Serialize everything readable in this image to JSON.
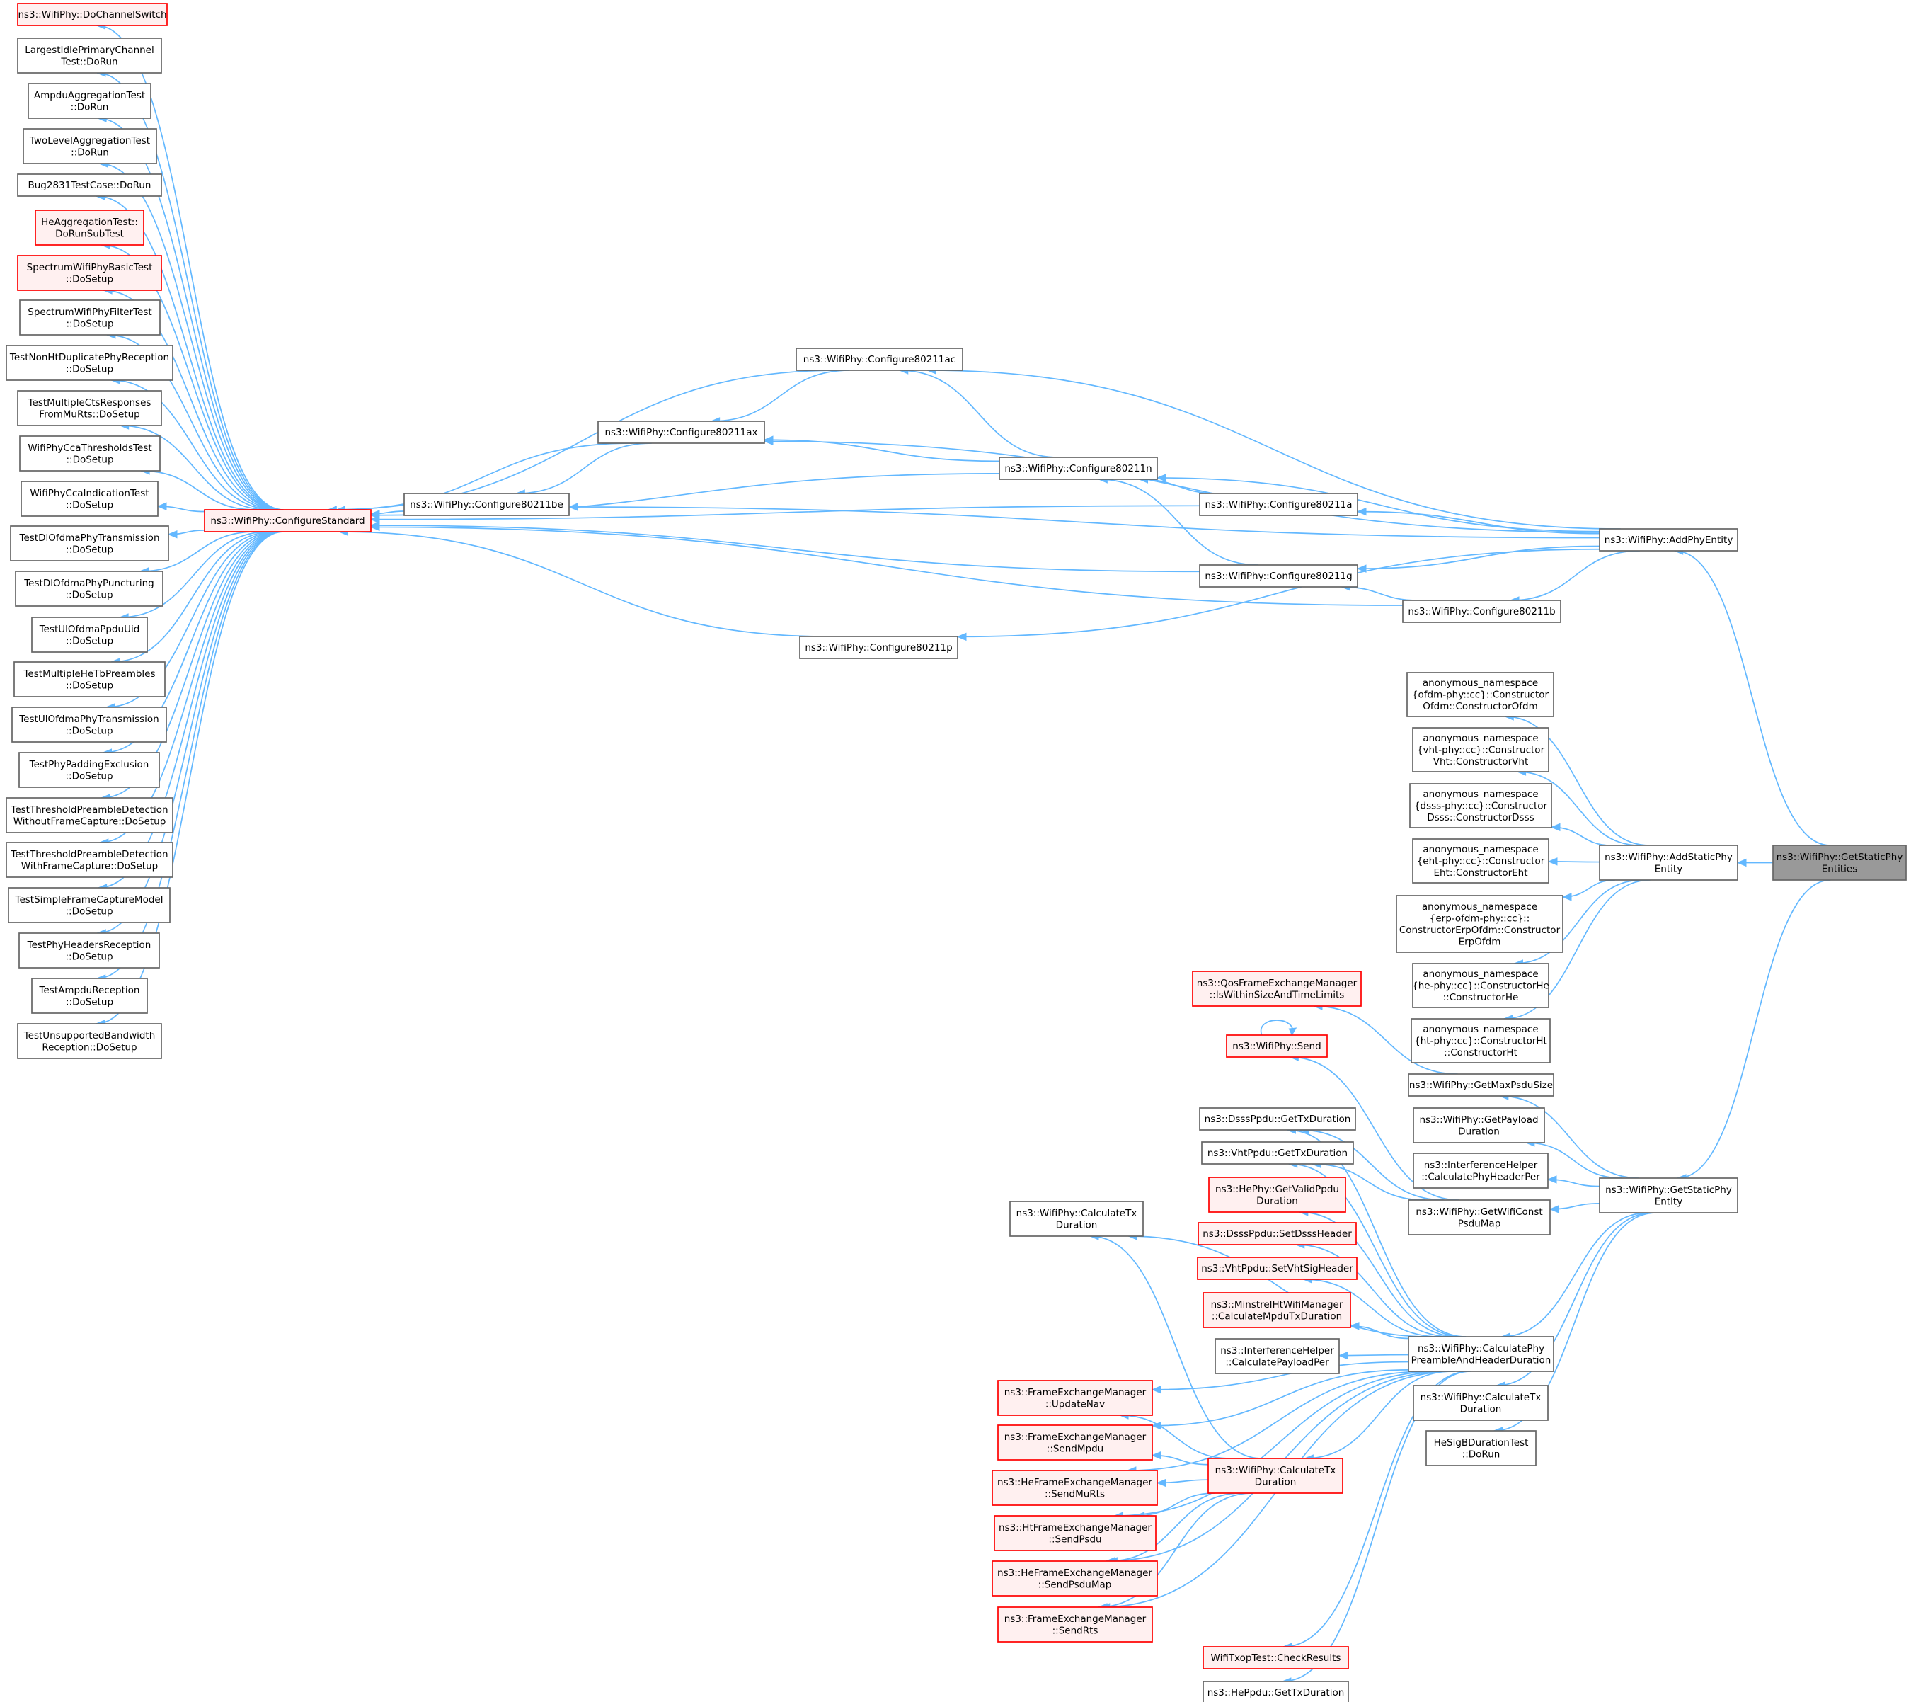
{
  "graph": {
    "title": "",
    "colors": {
      "edge": "#63b8ff",
      "default_border": "#666666",
      "default_fill": "#ffffff",
      "truncated_border": "#ff0000",
      "truncated_fill": "#fff0f0",
      "focus_fill": "#999999",
      "focus_border": "#666666"
    },
    "nodes": [
      {
        "id": "dochannelswitch",
        "lines": [
          "ns3::WifiPhy::DoChannelSwitch"
        ],
        "style": "red"
      },
      {
        "id": "largestidle",
        "lines": [
          "LargestIdlePrimaryChannel",
          "Test::DoRun"
        ],
        "style": "normal"
      },
      {
        "id": "ampduagg",
        "lines": [
          "AmpduAggregationTest",
          "::DoRun"
        ],
        "style": "normal"
      },
      {
        "id": "twolevel",
        "lines": [
          "TwoLevelAggregationTest",
          "::DoRun"
        ],
        "style": "normal"
      },
      {
        "id": "bug2831",
        "lines": [
          "Bug2831TestCase::DoRun"
        ],
        "style": "normal"
      },
      {
        "id": "heagg",
        "lines": [
          "HeAggregationTest::",
          "DoRunSubTest"
        ],
        "style": "red"
      },
      {
        "id": "specbasic",
        "lines": [
          "SpectrumWifiPhyBasicTest",
          "::DoSetup"
        ],
        "style": "red"
      },
      {
        "id": "specfilter",
        "lines": [
          "SpectrumWifiPhyFilterTest",
          "::DoSetup"
        ],
        "style": "normal"
      },
      {
        "id": "nonht",
        "lines": [
          "TestNonHtDuplicatePhyReception",
          "::DoSetup"
        ],
        "style": "normal"
      },
      {
        "id": "multicts",
        "lines": [
          "TestMultipleCtsResponses",
          "FromMuRts::DoSetup"
        ],
        "style": "normal"
      },
      {
        "id": "ccathr",
        "lines": [
          "WifiPhyCcaThresholdsTest",
          "::DoSetup"
        ],
        "style": "normal"
      },
      {
        "id": "ccaind",
        "lines": [
          "WifiPhyCcaIndicationTest",
          "::DoSetup"
        ],
        "style": "normal"
      },
      {
        "id": "dltx",
        "lines": [
          "TestDlOfdmaPhyTransmission",
          "::DoSetup"
        ],
        "style": "normal"
      },
      {
        "id": "dlpunct",
        "lines": [
          "TestDlOfdmaPhyPuncturing",
          "::DoSetup"
        ],
        "style": "normal"
      },
      {
        "id": "ulppduuid",
        "lines": [
          "TestUlOfdmaPpduUid",
          "::DoSetup"
        ],
        "style": "normal"
      },
      {
        "id": "multihetb",
        "lines": [
          "TestMultipleHeTbPreambles",
          "::DoSetup"
        ],
        "style": "normal"
      },
      {
        "id": "ultx",
        "lines": [
          "TestUlOfdmaPhyTransmission",
          "::DoSetup"
        ],
        "style": "normal"
      },
      {
        "id": "padding",
        "lines": [
          "TestPhyPaddingExclusion",
          "::DoSetup"
        ],
        "style": "normal"
      },
      {
        "id": "thrwithout",
        "lines": [
          "TestThresholdPreambleDetection",
          "WithoutFrameCapture::DoSetup"
        ],
        "style": "normal"
      },
      {
        "id": "thrwith",
        "lines": [
          "TestThresholdPreambleDetection",
          "WithFrameCapture::DoSetup"
        ],
        "style": "normal"
      },
      {
        "id": "simplefc",
        "lines": [
          "TestSimpleFrameCaptureModel",
          "::DoSetup"
        ],
        "style": "normal"
      },
      {
        "id": "phyheaders",
        "lines": [
          "TestPhyHeadersReception",
          "::DoSetup"
        ],
        "style": "normal"
      },
      {
        "id": "ampdurx",
        "lines": [
          "TestAmpduReception",
          "::DoSetup"
        ],
        "style": "normal"
      },
      {
        "id": "unsupbw",
        "lines": [
          "TestUnsupportedBandwidth",
          "Reception::DoSetup"
        ],
        "style": "normal"
      },
      {
        "id": "configstd",
        "lines": [
          "ns3::WifiPhy::ConfigureStandard"
        ],
        "style": "red"
      },
      {
        "id": "cfg_ac",
        "lines": [
          "ns3::WifiPhy::Configure80211ac"
        ],
        "style": "normal"
      },
      {
        "id": "cfg_ax",
        "lines": [
          "ns3::WifiPhy::Configure80211ax"
        ],
        "style": "normal"
      },
      {
        "id": "cfg_be",
        "lines": [
          "ns3::WifiPhy::Configure80211be"
        ],
        "style": "normal"
      },
      {
        "id": "cfg_n",
        "lines": [
          "ns3::WifiPhy::Configure80211n"
        ],
        "style": "normal"
      },
      {
        "id": "cfg_a",
        "lines": [
          "ns3::WifiPhy::Configure80211a"
        ],
        "style": "normal"
      },
      {
        "id": "cfg_g",
        "lines": [
          "ns3::WifiPhy::Configure80211g"
        ],
        "style": "normal"
      },
      {
        "id": "cfg_b",
        "lines": [
          "ns3::WifiPhy::Configure80211b"
        ],
        "style": "normal"
      },
      {
        "id": "cfg_p",
        "lines": [
          "ns3::WifiPhy::Configure80211p"
        ],
        "style": "normal"
      },
      {
        "id": "addphy",
        "lines": [
          "ns3::WifiPhy::AddPhyEntity"
        ],
        "style": "normal"
      },
      {
        "id": "ctor_ofdm",
        "lines": [
          "anonymous_namespace",
          "{ofdm-phy::cc}::Constructor",
          "Ofdm::ConstructorOfdm"
        ],
        "style": "normal"
      },
      {
        "id": "ctor_vht",
        "lines": [
          "anonymous_namespace",
          "{vht-phy::cc}::Constructor",
          "Vht::ConstructorVht"
        ],
        "style": "normal"
      },
      {
        "id": "ctor_dsss",
        "lines": [
          "anonymous_namespace",
          "{dsss-phy::cc}::Constructor",
          "Dsss::ConstructorDsss"
        ],
        "style": "normal"
      },
      {
        "id": "ctor_eht",
        "lines": [
          "anonymous_namespace",
          "{eht-phy::cc}::Constructor",
          "Eht::ConstructorEht"
        ],
        "style": "normal"
      },
      {
        "id": "ctor_erp",
        "lines": [
          "anonymous_namespace",
          "{erp-ofdm-phy::cc}::",
          "ConstructorErpOfdm::Constructor",
          "ErpOfdm"
        ],
        "style": "normal"
      },
      {
        "id": "ctor_he",
        "lines": [
          "anonymous_namespace",
          "{he-phy::cc}::ConstructorHe",
          "::ConstructorHe"
        ],
        "style": "normal"
      },
      {
        "id": "ctor_ht",
        "lines": [
          "anonymous_namespace",
          "{ht-phy::cc}::ConstructorHt",
          "::ConstructorHt"
        ],
        "style": "normal"
      },
      {
        "id": "addstatic",
        "lines": [
          "ns3::WifiPhy::AddStaticPhy",
          "Entity"
        ],
        "style": "normal"
      },
      {
        "id": "getstaticents",
        "lines": [
          "ns3::WifiPhy::GetStaticPhy",
          "Entities"
        ],
        "style": "focus"
      },
      {
        "id": "qoswithin",
        "lines": [
          "ns3::QosFrameExchangeManager",
          "::IsWithinSizeAndTimeLimits"
        ],
        "style": "red"
      },
      {
        "id": "send",
        "lines": [
          "ns3::WifiPhy::Send"
        ],
        "style": "red"
      },
      {
        "id": "getmaxpsdu",
        "lines": [
          "ns3::WifiPhy::GetMaxPsduSize"
        ],
        "style": "normal"
      },
      {
        "id": "dsssgettx",
        "lines": [
          "ns3::DsssPpdu::GetTxDuration"
        ],
        "style": "normal"
      },
      {
        "id": "vhtgettx",
        "lines": [
          "ns3::VhtPpdu::GetTxDuration"
        ],
        "style": "normal"
      },
      {
        "id": "hegetvalid",
        "lines": [
          "ns3::HePhy::GetValidPpdu",
          "Duration"
        ],
        "style": "red"
      },
      {
        "id": "dssssetsig",
        "lines": [
          "ns3::DsssPpdu::SetDsssHeader"
        ],
        "style": "red"
      },
      {
        "id": "vhtsetsig",
        "lines": [
          "ns3::VhtPpdu::SetVhtSigHeader"
        ],
        "style": "red"
      },
      {
        "id": "minstrel",
        "lines": [
          "ns3::MinstrelHtWifiManager",
          "::CalculateMpduTxDuration"
        ],
        "style": "red"
      },
      {
        "id": "interfpayload",
        "lines": [
          "ns3::InterferenceHelper",
          "::CalculatePayloadPer"
        ],
        "style": "normal"
      },
      {
        "id": "calctx_static",
        "lines": [
          "ns3::WifiPhy::CalculateTx",
          "Duration"
        ],
        "style": "normal"
      },
      {
        "id": "getpayload",
        "lines": [
          "ns3::WifiPhy::GetPayload",
          "Duration"
        ],
        "style": "normal"
      },
      {
        "id": "interfhdr",
        "lines": [
          "ns3::InterferenceHelper",
          "::CalculatePhyHeaderPer"
        ],
        "style": "normal"
      },
      {
        "id": "getwificonst",
        "lines": [
          "ns3::WifiPhy::GetWifiConst",
          "PsduMap"
        ],
        "style": "normal"
      },
      {
        "id": "getstaticent",
        "lines": [
          "ns3::WifiPhy::GetStaticPhy",
          "Entity"
        ],
        "style": "normal"
      },
      {
        "id": "calcpreamble",
        "lines": [
          "ns3::WifiPhy::CalculatePhy",
          "PreambleAndHeaderDuration"
        ],
        "style": "normal"
      },
      {
        "id": "calctx_right",
        "lines": [
          "ns3::WifiPhy::CalculateTx",
          "Duration"
        ],
        "style": "normal"
      },
      {
        "id": "hesigb",
        "lines": [
          "HeSigBDurationTest",
          "::DoRun"
        ],
        "style": "normal"
      },
      {
        "id": "updatenav",
        "lines": [
          "ns3::FrameExchangeManager",
          "::UpdateNav"
        ],
        "style": "red"
      },
      {
        "id": "sendmpdu",
        "lines": [
          "ns3::FrameExchangeManager",
          "::SendMpdu"
        ],
        "style": "red"
      },
      {
        "id": "sendmurts",
        "lines": [
          "ns3::HeFrameExchangeManager",
          "::SendMuRts"
        ],
        "style": "red"
      },
      {
        "id": "sendpsdu",
        "lines": [
          "ns3::HtFrameExchangeManager",
          "::SendPsdu"
        ],
        "style": "red"
      },
      {
        "id": "sendpsdumap",
        "lines": [
          "ns3::HeFrameExchangeManager",
          "::SendPsduMap"
        ],
        "style": "red"
      },
      {
        "id": "sendrts",
        "lines": [
          "ns3::FrameExchangeManager",
          "::SendRts"
        ],
        "style": "red"
      },
      {
        "id": "calctx_mid",
        "lines": [
          "ns3::WifiPhy::CalculateTx",
          "Duration"
        ],
        "style": "red"
      },
      {
        "id": "txopcheck",
        "lines": [
          "WifiTxopTest::CheckResults"
        ],
        "style": "red"
      },
      {
        "id": "hegettx",
        "lines": [
          "ns3::HePpdu::GetTxDuration"
        ],
        "style": "normal"
      }
    ],
    "edges": [
      [
        "configstd",
        "dochannelswitch"
      ],
      [
        "configstd",
        "largestidle"
      ],
      [
        "configstd",
        "ampduagg"
      ],
      [
        "configstd",
        "twolevel"
      ],
      [
        "configstd",
        "bug2831"
      ],
      [
        "configstd",
        "heagg"
      ],
      [
        "configstd",
        "specbasic"
      ],
      [
        "configstd",
        "specfilter"
      ],
      [
        "configstd",
        "nonht"
      ],
      [
        "configstd",
        "multicts"
      ],
      [
        "configstd",
        "ccathr"
      ],
      [
        "configstd",
        "ccaind"
      ],
      [
        "configstd",
        "dltx"
      ],
      [
        "configstd",
        "dlpunct"
      ],
      [
        "configstd",
        "ulppduuid"
      ],
      [
        "configstd",
        "multihetb"
      ],
      [
        "configstd",
        "ultx"
      ],
      [
        "configstd",
        "padding"
      ],
      [
        "configstd",
        "thrwithout"
      ],
      [
        "configstd",
        "thrwith"
      ],
      [
        "configstd",
        "simplefc"
      ],
      [
        "configstd",
        "phyheaders"
      ],
      [
        "configstd",
        "ampdurx"
      ],
      [
        "configstd",
        "unsupbw"
      ],
      [
        "cfg_ac",
        "configstd"
      ],
      [
        "cfg_ac",
        "cfg_ax"
      ],
      [
        "cfg_ax",
        "configstd"
      ],
      [
        "cfg_ax",
        "cfg_be"
      ],
      [
        "cfg_be",
        "configstd"
      ],
      [
        "cfg_n",
        "configstd"
      ],
      [
        "cfg_n",
        "cfg_ac"
      ],
      [
        "cfg_n",
        "cfg_ax"
      ],
      [
        "cfg_a",
        "configstd"
      ],
      [
        "cfg_a",
        "cfg_n"
      ],
      [
        "cfg_g",
        "configstd"
      ],
      [
        "cfg_g",
        "cfg_n"
      ],
      [
        "cfg_b",
        "configstd"
      ],
      [
        "cfg_b",
        "cfg_g"
      ],
      [
        "cfg_p",
        "configstd"
      ],
      [
        "addphy",
        "cfg_ac"
      ],
      [
        "addphy",
        "cfg_ax"
      ],
      [
        "addphy",
        "cfg_n"
      ],
      [
        "addphy",
        "cfg_be"
      ],
      [
        "addphy",
        "cfg_a"
      ],
      [
        "addphy",
        "cfg_g"
      ],
      [
        "addphy",
        "cfg_b"
      ],
      [
        "addphy",
        "cfg_p"
      ],
      [
        "getstaticents",
        "addphy"
      ],
      [
        "getstaticents",
        "addstatic"
      ],
      [
        "getstaticents",
        "getstaticent"
      ],
      [
        "addstatic",
        "ctor_ofdm"
      ],
      [
        "addstatic",
        "ctor_vht"
      ],
      [
        "addstatic",
        "ctor_dsss"
      ],
      [
        "addstatic",
        "ctor_eht"
      ],
      [
        "addstatic",
        "ctor_erp"
      ],
      [
        "addstatic",
        "ctor_he"
      ],
      [
        "addstatic",
        "ctor_ht"
      ],
      [
        "getstaticent",
        "getmaxpsdu"
      ],
      [
        "getstaticent",
        "getpayload"
      ],
      [
        "getstaticent",
        "interfhdr"
      ],
      [
        "getstaticent",
        "getwificonst"
      ],
      [
        "getstaticent",
        "calcpreamble"
      ],
      [
        "getstaticent",
        "calctx_right"
      ],
      [
        "getstaticent",
        "hesigb"
      ],
      [
        "getmaxpsdu",
        "qoswithin"
      ],
      [
        "getwificonst",
        "send"
      ],
      [
        "getwificonst",
        "dsssgettx"
      ],
      [
        "getwificonst",
        "vhtgettx"
      ],
      [
        "send",
        "send"
      ],
      [
        "calcpreamble",
        "calctx_static"
      ],
      [
        "calcpreamble",
        "dsssgettx"
      ],
      [
        "calcpreamble",
        "vhtgettx"
      ],
      [
        "calcpreamble",
        "hegetvalid"
      ],
      [
        "calcpreamble",
        "dssssetsig"
      ],
      [
        "calcpreamble",
        "vhtsetsig"
      ],
      [
        "calcpreamble",
        "minstrel"
      ],
      [
        "calcpreamble",
        "interfpayload"
      ],
      [
        "calcpreamble",
        "updatenav"
      ],
      [
        "calcpreamble",
        "sendmpdu"
      ],
      [
        "calcpreamble",
        "sendmurts"
      ],
      [
        "calcpreamble",
        "calctx_mid"
      ],
      [
        "calcpreamble",
        "sendpsdu"
      ],
      [
        "calcpreamble",
        "sendpsdumap"
      ],
      [
        "calcpreamble",
        "sendrts"
      ],
      [
        "calcpreamble",
        "txopcheck"
      ],
      [
        "calcpreamble",
        "hegettx"
      ],
      [
        "calctx_mid",
        "calctx_static"
      ],
      [
        "calctx_mid",
        "updatenav"
      ],
      [
        "calctx_mid",
        "sendmpdu"
      ],
      [
        "calctx_mid",
        "sendmurts"
      ],
      [
        "calctx_mid",
        "sendpsdu"
      ],
      [
        "calctx_mid",
        "sendpsdumap"
      ],
      [
        "calctx_mid",
        "sendrts"
      ]
    ]
  }
}
